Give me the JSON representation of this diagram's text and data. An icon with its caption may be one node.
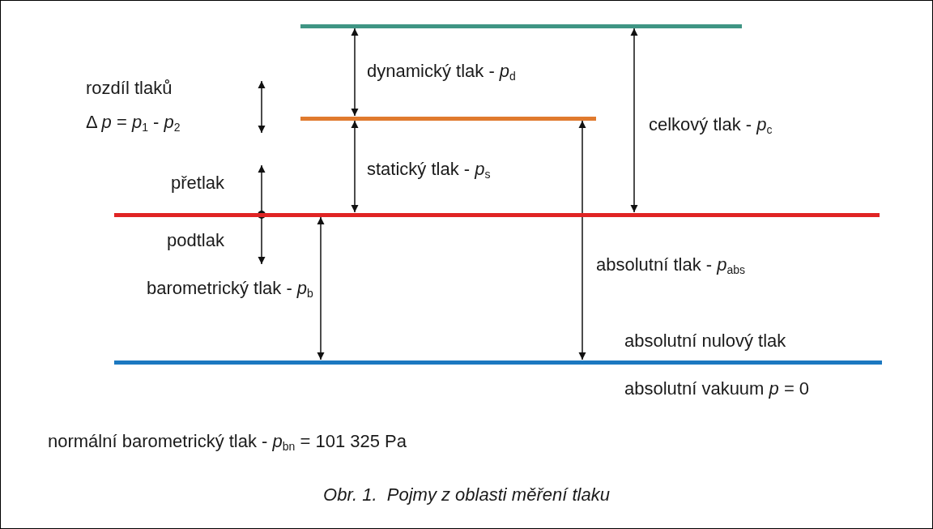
{
  "diagram": {
    "caption": "Obr. 1.  Pojmy z oblasti měření tlaku",
    "nodes": [
      {
        "text": [],
        "shape": "bar"
      },
      {
        "text": [],
        "shape": "bar"
      },
      {
        "text": [],
        "shape": "bar"
      },
      {
        "text": [],
        "shape": "bar",
        "beside": [
          "absolutní nulový tlak",
          "absolutní vakuum *p* = 0"
        ]
      }
    ],
    "edges": [
      {
        "from": 0,
        "to": 1,
        "arrow": "both",
        "label": "dynamický tlak - *p*$_{d}$"
      },
      {
        "from": 1,
        "to": 2,
        "arrow": "both",
        "label": "statický tlak - *p*$_{s}$"
      },
      {
        "from": 0,
        "to": 2,
        "arrow": "both",
        "label": "celkový tlak - *p*$_{c}$"
      },
      {
        "from": 2,
        "to": null,
        "arrow": "to",
        "label": "přetlak"
      },
      {
        "from": 2,
        "to": null,
        "arrow": "to",
        "label": "podtlak"
      },
      {
        "from": 1,
        "to": 3,
        "arrow": "both",
        "label": "absolutní tlak - *p*$_{abs}$"
      },
      {
        "from": 2,
        "to": 3,
        "arrow": "both",
        "label": "barometrický tlak - *p*$_{b}$"
      }
    ],
    "labels": [
      "rozdíl tlaků",
      "Δ *p* = *p*$_{1}$ - *p*$_{2}$",
      "normální barometrický tlak - *p*$_{bn}$ = 101 325 Pa"
    ]
  }
}
